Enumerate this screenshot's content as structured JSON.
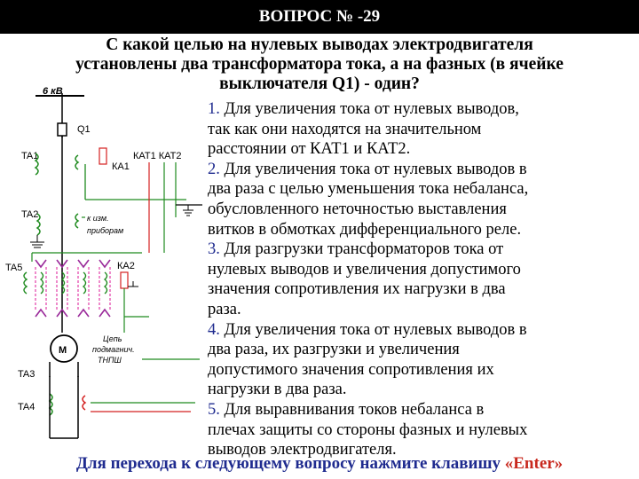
{
  "header": {
    "title": "ВОПРОС № -29"
  },
  "question": {
    "lines": [
      "С какой целью на нулевых выводах электродвигателя",
      "установлены два трансформатора тока, а на фазных (в ячейке",
      "выключателя Q1) - один?"
    ]
  },
  "answers": [
    {
      "num": "1.",
      "lines": [
        "Для увеличения тока от нулевых выводов,",
        "так как они находятся на значительном",
        "расстоянии от КАТ1 и КАТ2."
      ]
    },
    {
      "num": "2.",
      "lines": [
        "Для увеличения тока от нулевых выводов в",
        "два раза с целью уменьшения тока небаланса,",
        "обусловленного неточностью выставления",
        "витков в обмотках дифференциального реле."
      ]
    },
    {
      "num": "3.",
      "lines": [
        "Для разгрузки трансформаторов тока от",
        "нулевых выводов и увеличения допустимого",
        "значения сопротивления их нагрузки в два",
        "раза."
      ]
    },
    {
      "num": "4.",
      "lines": [
        "Для увеличения тока от нулевых выводов в",
        "два раза, их разгрузки и увеличения",
        "допустимого значения сопротивления их",
        "нагрузки в два раза."
      ]
    },
    {
      "num": "5.",
      "lines": [
        "Для выравнивания токов небаланса в",
        "плечах защиты со стороны фазных и нулевых",
        "выводов электродвигателя."
      ]
    }
  ],
  "footer": {
    "prefix": "Для перехода к следующему вопросу нажмите клавишу ",
    "key": "«Enter»"
  },
  "diagram": {
    "labels": {
      "voltage": "6 кВ",
      "q1": "Q1",
      "ta1": "TA1",
      "ta2": "TA2",
      "ta5": "TA5",
      "ta3": "TA3",
      "ta4": "TA4",
      "ka1": "КА1",
      "ka2": "КА2",
      "kat": "КАТ1 КАТ2",
      "instr1": "к изм.",
      "instr2": "приборам",
      "chain1": "Цепь",
      "chain2": "подмагнич.",
      "chain3": "ТНПШ",
      "motor": "M"
    },
    "colors": {
      "green": "#1e8a1e",
      "red": "#d42020",
      "purple": "#9a2a9a",
      "pink": "#e23ca8"
    }
  }
}
